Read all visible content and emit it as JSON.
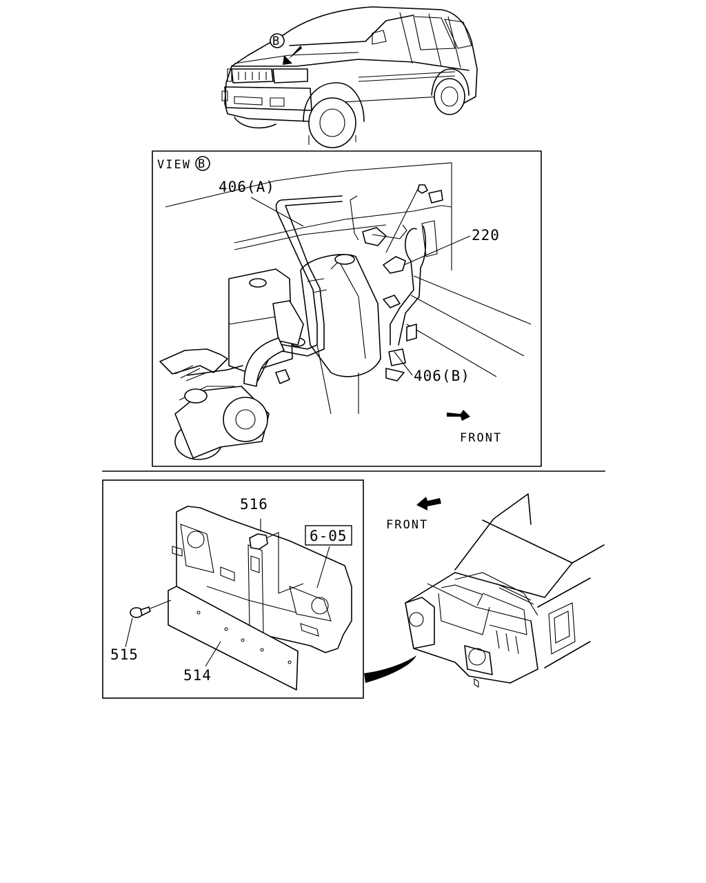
{
  "top_view": {
    "view_marker": "B"
  },
  "view_b_panel": {
    "title": "VIEW",
    "title_circle": "B",
    "callouts": {
      "hose_a": "406(A)",
      "clip": "220",
      "hose_b": "406(B)"
    },
    "front_label": "FRONT"
  },
  "bottom_section": {
    "callouts": {
      "cover_pad": "516",
      "ref_box": "6-05",
      "clip_screw": "515",
      "splash_panel": "514"
    },
    "front_label": "FRONT"
  }
}
